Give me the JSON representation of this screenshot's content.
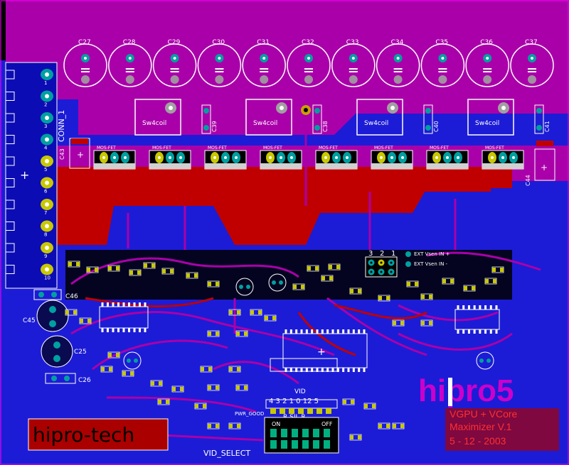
{
  "colors": {
    "background": "#000000",
    "top_copper": "#aa00aa",
    "bottom_copper": "#c00000",
    "ground_plane": "#1c1cd6",
    "pad": "#00a0a0",
    "pad_gold": "#c8c800",
    "silkscreen": "#ffffff"
  },
  "capacitors_top": [
    {
      "ref": "C27"
    },
    {
      "ref": "C28"
    },
    {
      "ref": "C29"
    },
    {
      "ref": "C30"
    },
    {
      "ref": "C31"
    },
    {
      "ref": "C32"
    },
    {
      "ref": "C33"
    },
    {
      "ref": "C34"
    },
    {
      "ref": "C35"
    },
    {
      "ref": "C36"
    },
    {
      "ref": "C37"
    }
  ],
  "coils": [
    {
      "label": "Sw4coil",
      "cap": "C39"
    },
    {
      "label": "Sw4coil",
      "cap": "C38"
    },
    {
      "label": "Sw4coil",
      "cap": "C40"
    },
    {
      "label": "Sw4coil",
      "cap": "C41"
    }
  ],
  "mosfet_label": "MOS-FET",
  "connector": {
    "label": "CONN_1",
    "pins": [
      "1",
      "2",
      "3",
      "4",
      "5",
      "6",
      "7",
      "8",
      "9",
      "10"
    ]
  },
  "side_caps": {
    "c43": "C43",
    "c44": "C44",
    "c45": "C45",
    "c46": "C46",
    "c25": "C25",
    "c26": "C26"
  },
  "jumper": {
    "numbers": [
      "3",
      "2",
      "1"
    ],
    "ext_in_plus": "EXT Vsen IN +",
    "ext_in_minus": "EXT Vsen IN -"
  },
  "vid": {
    "label": "VID",
    "pin_numbers": "4 3 2 1 0 12 5",
    "row_labels": "R SIL  R",
    "select_label": "VID_SELECT",
    "on_label": "ON",
    "off_label": "OFF",
    "power_good": "PWR_GOOD"
  },
  "branding": {
    "company": "hipro-tech",
    "logo": "hipro5",
    "product_line1": "VGPU + VCore",
    "product_line2": "Maximizer V.1",
    "date": "5 - 12 - 2003"
  }
}
